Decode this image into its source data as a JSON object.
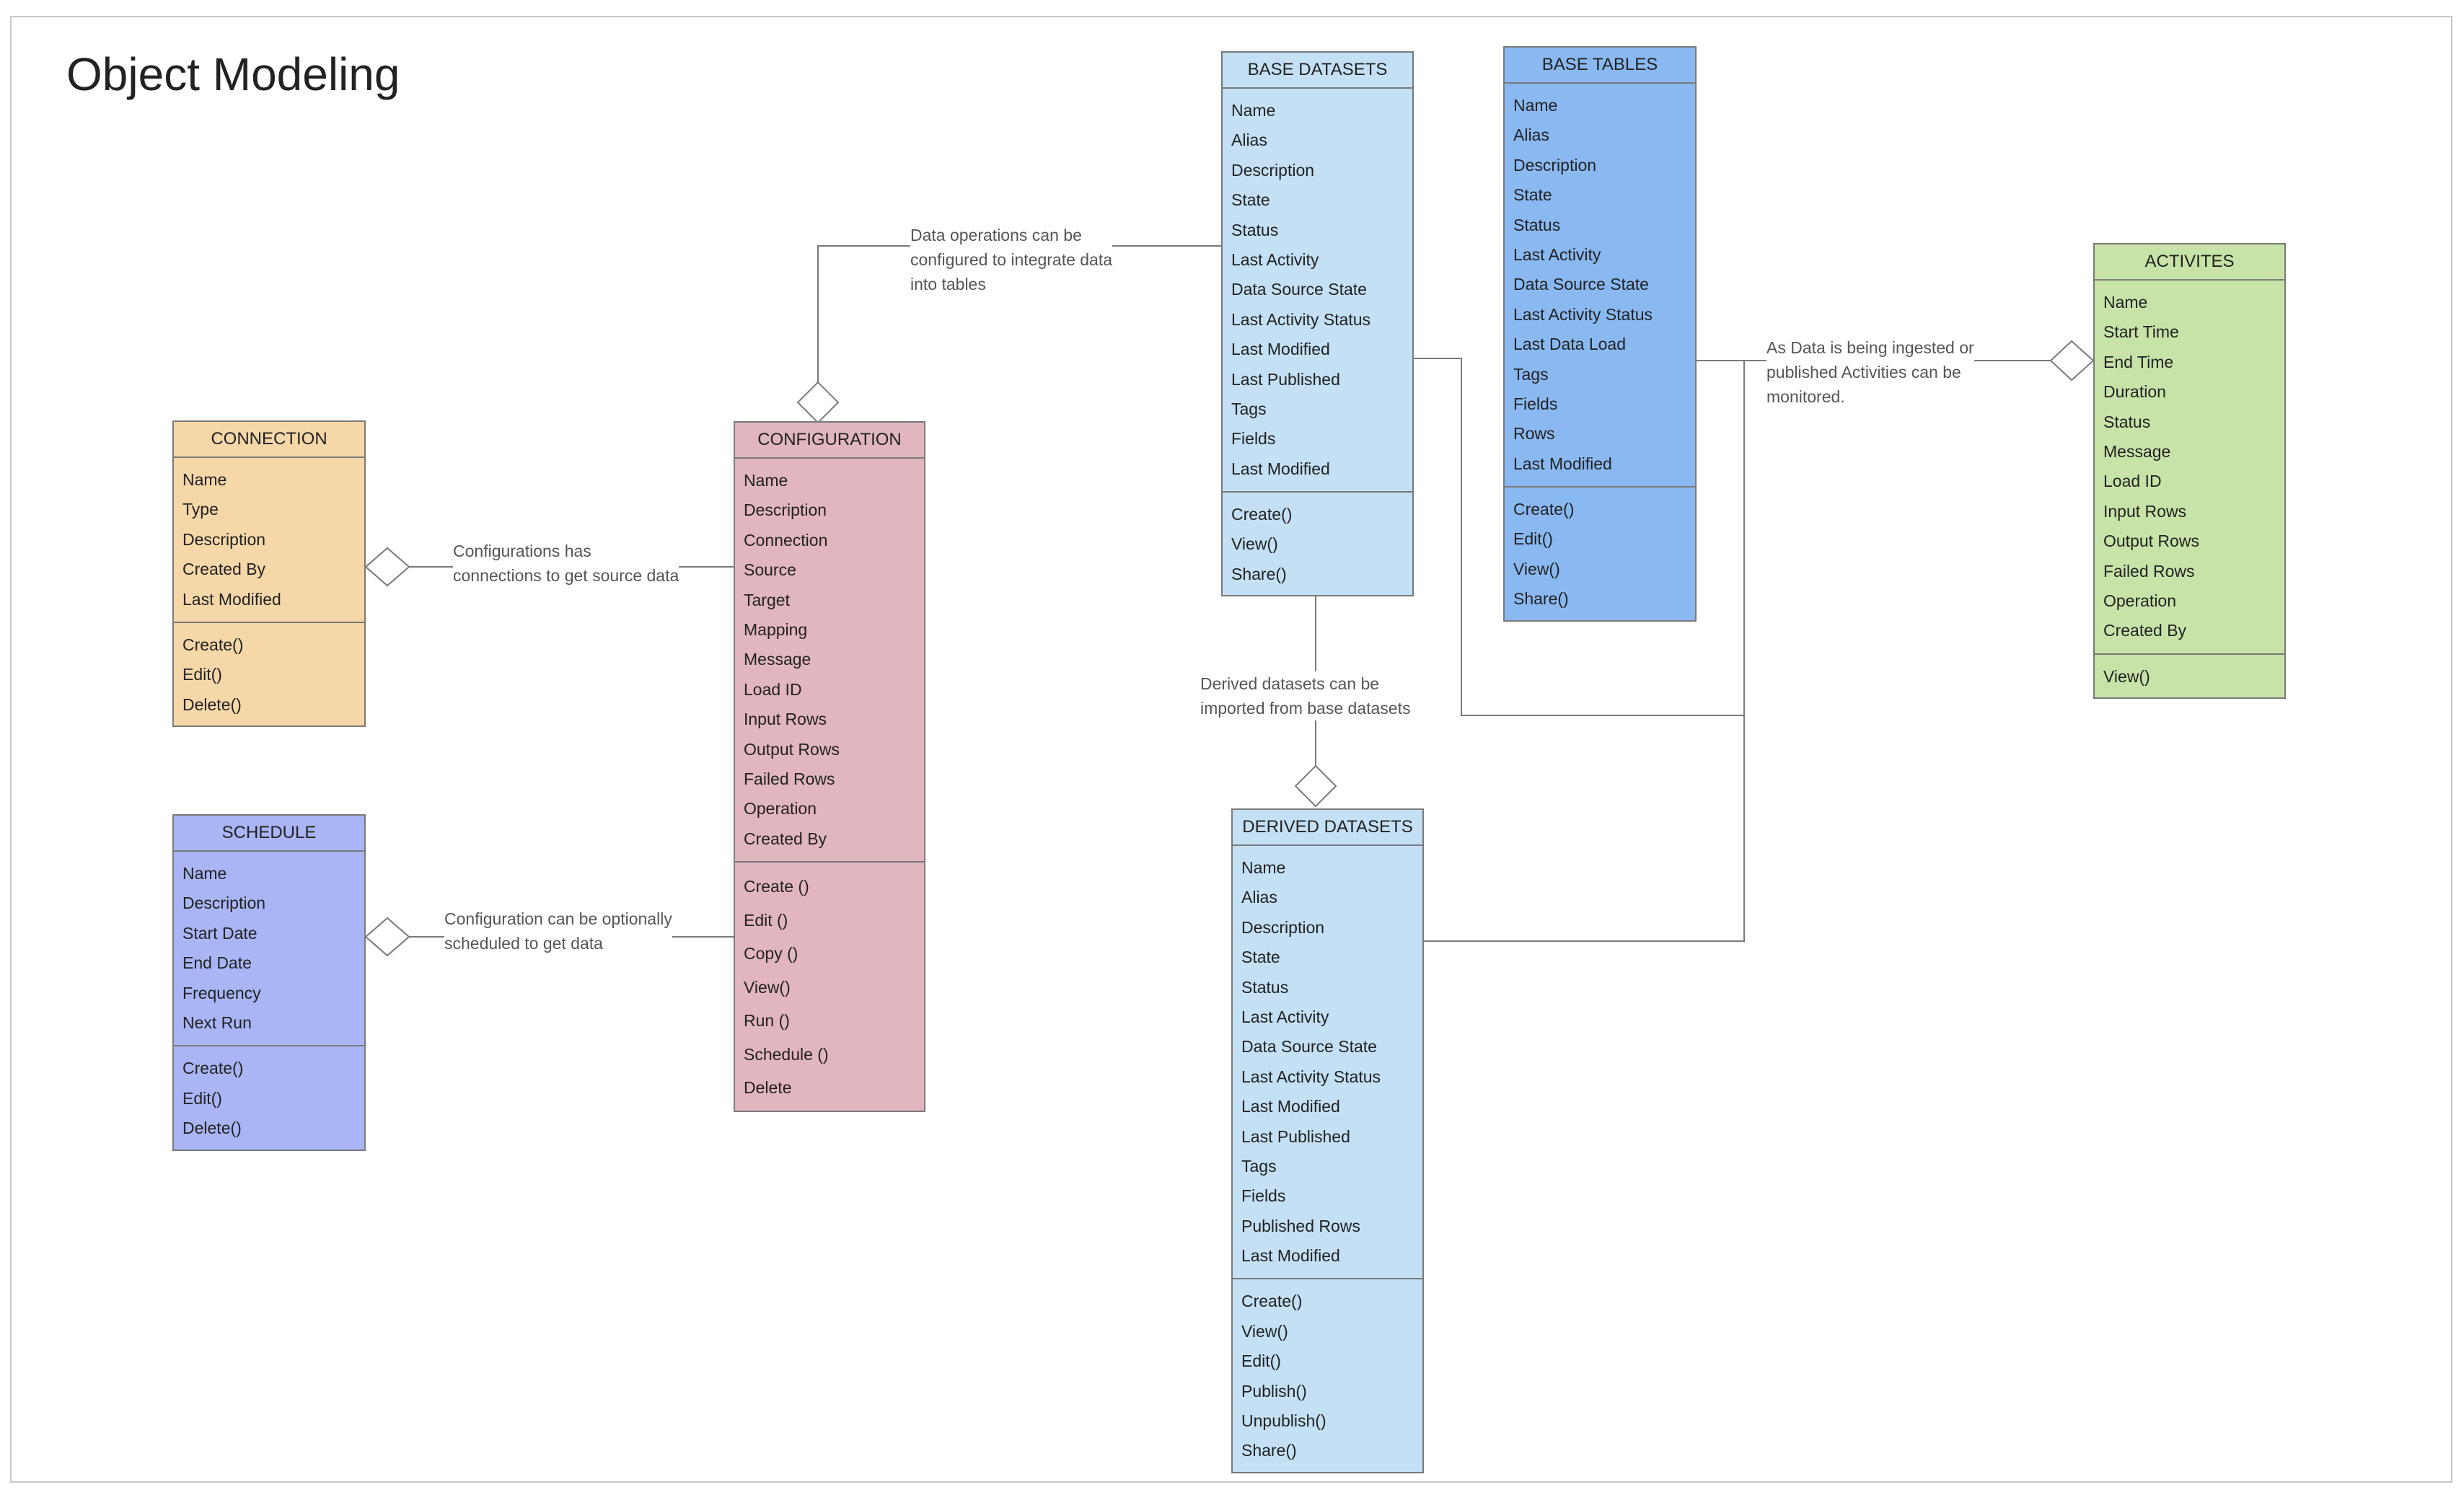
{
  "title": "Object Modeling",
  "colors": {
    "connection": "#f5d7a8",
    "schedule": "#a9b5f5",
    "configuration": "#e1b6be",
    "base_datasets": "#c3e0f5",
    "base_tables": "#8ab9f2",
    "derived_datasets": "#c3e0f5",
    "activities": "#c8e3a8",
    "line": "#7a7a7a"
  },
  "entities": {
    "connection": {
      "name": "CONNECTION",
      "attributes": [
        "Name",
        "Type",
        "Description",
        "Created By",
        "Last Modified"
      ],
      "methods": [
        "Create()",
        "Edit()",
        "Delete()"
      ]
    },
    "schedule": {
      "name": "SCHEDULE",
      "attributes": [
        "Name",
        "Description",
        "Start Date",
        "End Date",
        "Frequency",
        "Next Run"
      ],
      "methods": [
        "Create()",
        "Edit()",
        "Delete()"
      ]
    },
    "configuration": {
      "name": "CONFIGURATION",
      "attributes": [
        "Name",
        "Description",
        "Connection",
        "Source",
        "Target",
        "Mapping",
        "Message",
        "Load ID",
        "Input Rows",
        "Output Rows",
        "Failed Rows",
        "Operation",
        "Created By"
      ],
      "methods": [
        "Create ()",
        "Edit ()",
        "Copy ()",
        "View()",
        "Run ()",
        "Schedule ()",
        "Delete"
      ]
    },
    "base_datasets": {
      "name": "BASE DATASETS",
      "attributes": [
        "Name",
        "Alias",
        "Description",
        "State",
        "Status",
        "Last Activity",
        "Data Source State",
        "Last Activity Status",
        "Last Modified",
        "Last Published",
        "Tags",
        "Fields",
        "Last Modified"
      ],
      "methods": [
        "Create()",
        "View()",
        "Share()"
      ]
    },
    "base_tables": {
      "name": "BASE TABLES",
      "attributes": [
        "Name",
        "Alias",
        "Description",
        "State",
        "Status",
        "Last Activity",
        "Data Source State",
        "Last Activity Status",
        "Last Data Load",
        "Tags",
        "Fields",
        "Rows",
        "Last Modified"
      ],
      "methods": [
        "Create()",
        "Edit()",
        "View()",
        "Share()"
      ]
    },
    "derived_datasets": {
      "name": "DERIVED DATASETS",
      "attributes": [
        "Name",
        "Alias",
        "Description",
        "State",
        "Status",
        "Last Activity",
        "Data Source State",
        "Last Activity Status",
        "Last Modified",
        "Last Published",
        "Tags",
        "Fields",
        "Published Rows",
        "Last Modified"
      ],
      "methods": [
        "Create()",
        "View()",
        "Edit()",
        "Publish()",
        "Unpublish()",
        "Share()"
      ]
    },
    "activities": {
      "name": "ACTIVITES",
      "attributes": [
        "Name",
        "Start Time",
        "End Time",
        "Duration",
        "Status",
        "Message",
        "Load ID",
        "Input Rows",
        "Output Rows",
        "Failed Rows",
        "Operation",
        "Created By"
      ],
      "methods": [
        "View()"
      ]
    }
  },
  "notes": {
    "connection_note": "Configurations has\nconnections to get source data",
    "schedule_note": "Configuration can be optionally\nscheduled to get data",
    "data_ops_note": "Data operations can be\nconfigured to integrate data\ninto tables",
    "derived_note": "Derived datasets can be\nimported from base datasets",
    "activities_note": "As Data is being ingested or\npublished Activities can be\nmonitored."
  }
}
